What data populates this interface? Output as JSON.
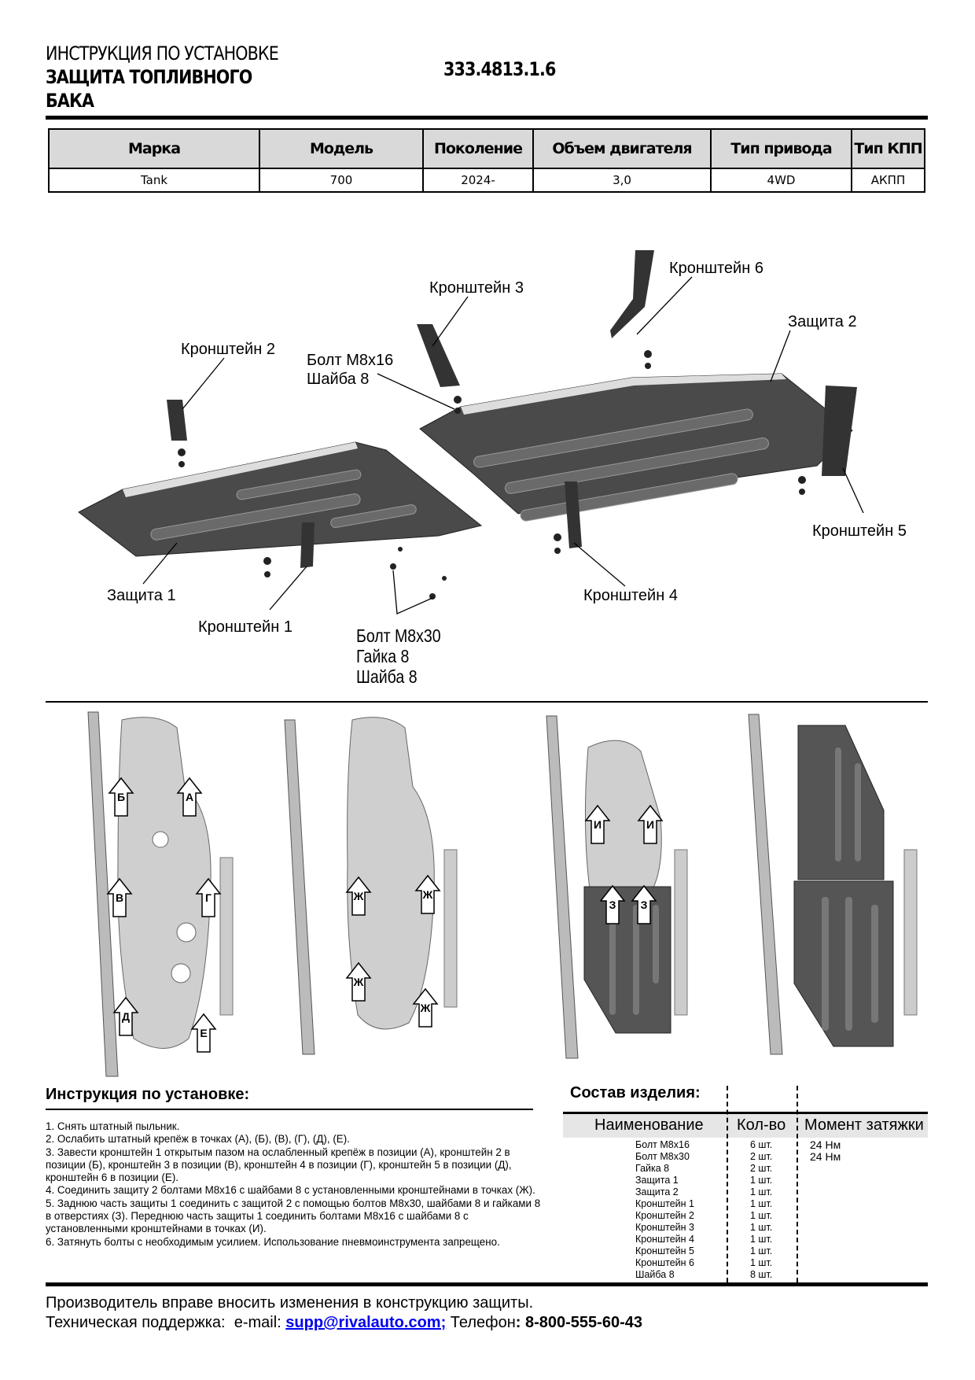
{
  "header": {
    "line1": "ИНСТРУКЦИЯ ПО УСТАНОВКЕ",
    "line2": "ЗАЩИТА ТОПЛИВНОГО",
    "line3": "БАКА",
    "part_number": "333.4813.1.6"
  },
  "spec_table": {
    "headers": [
      "Марка",
      "Модель",
      "Поколение",
      "Объем двигателя",
      "Тип привода",
      "Тип КПП"
    ],
    "values": [
      "Tank",
      "700",
      "2024-",
      "3,0",
      "4WD",
      "АКПП"
    ]
  },
  "diagram": {
    "labels": {
      "bracket6": "Кронштейн 6",
      "bracket3": "Кронштейн 3",
      "guard2": "Защита 2",
      "bracket2": "Кронштейн 2",
      "bolt16": "Болт М8х16",
      "washer8_a": "Шайба 8",
      "bracket5": "Кронштейн 5",
      "guard1": "Защита 1",
      "bracket4": "Кронштейн 4",
      "bracket1": "Кронштейн 1",
      "bolt30": "Болт М8х30",
      "nut8": "Гайка 8",
      "washer8_b": "Шайба 8"
    }
  },
  "photos": {
    "p1": [
      "Б",
      "А",
      "В",
      "Г",
      "Д",
      "Е"
    ],
    "p2": [
      "Ж",
      "Ж",
      "Ж",
      "Ж"
    ],
    "p3": [
      "И",
      "И",
      "З",
      "З"
    ]
  },
  "instructions": {
    "title": "Инструкция по установке:",
    "steps": [
      "1. Снять штатный пыльник.",
      "2. Ослабить штатный крепёж в точках (А), (Б), (В), (Г), (Д), (Е).",
      "3. Завести кронштейн 1 открытым пазом на ослабленный крепёж в позиции (А), кронштейн 2 в позиции (Б), кронштейн 3 в позиции (В), кронштейн 4 в позиции (Г), кронштейн 5 в позиции (Д), кронштейн 6 в позиции (Е).",
      "4. Соединить защиту 2 болтами М8х16 с шайбами 8 с установленными кронштейнами в точках (Ж).",
      "5. Заднюю часть защиты 1 соединить с защитой 2 с помощью болтов М8х30, шайбами 8 и гайками 8 в отверстиях (З). Переднюю часть защиты 1 соединить болтами М8х16 с шайбами 8 с установленными кронштейнами в точках (И).",
      "6. Затянуть болты с необходимым усилием. Использование пневмоинструмента запрещено."
    ]
  },
  "parts": {
    "title": "Состав изделия:",
    "headers": [
      "Наименование",
      "Кол-во",
      "Момент затяжки"
    ],
    "rows": [
      {
        "name": "Болт М8х16",
        "qty": "6 шт.",
        "torque": "24 Нм"
      },
      {
        "name": "Болт М8х30",
        "qty": "2 шт.",
        "torque": "24 Нм"
      },
      {
        "name": "Гайка 8",
        "qty": "2 шт.",
        "torque": ""
      },
      {
        "name": "Защита 1",
        "qty": "1 шт.",
        "torque": ""
      },
      {
        "name": "Защита 2",
        "qty": "1 шт.",
        "torque": ""
      },
      {
        "name": "Кронштейн 1",
        "qty": "1 шт.",
        "torque": ""
      },
      {
        "name": "Кронштейн 2",
        "qty": "1 шт.",
        "torque": ""
      },
      {
        "name": "Кронштейн 3",
        "qty": "1 шт.",
        "torque": ""
      },
      {
        "name": "Кронштейн 4",
        "qty": "1 шт.",
        "torque": ""
      },
      {
        "name": "Кронштейн 5",
        "qty": "1 шт.",
        "torque": ""
      },
      {
        "name": "Кронштейн 6",
        "qty": "1 шт.",
        "torque": ""
      },
      {
        "name": "Шайба 8",
        "qty": "8 шт.",
        "torque": ""
      }
    ]
  },
  "footer": {
    "notice": "Производитель вправе вносить изменения в конструкцию защиты.",
    "support_label": "Техническая поддержка:  e-mail: ",
    "email": "supp@rivalauto.com;",
    "phone_label": " Телефон",
    "phone": ": 8-800-555-60-43"
  }
}
